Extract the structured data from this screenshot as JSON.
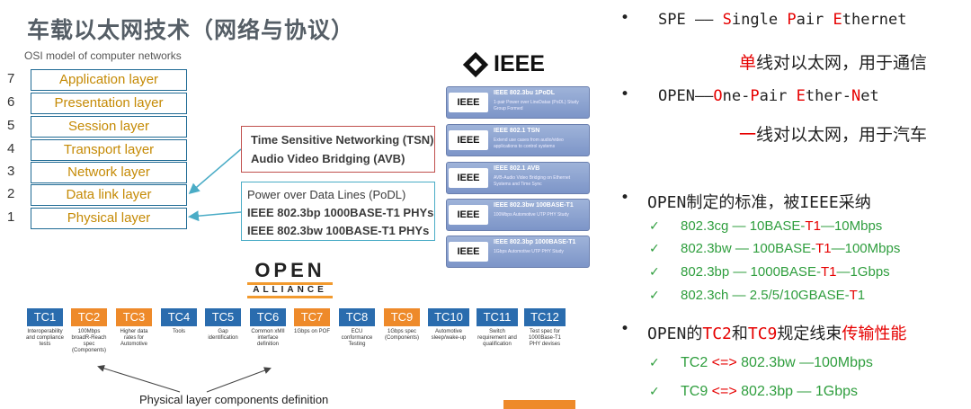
{
  "slide": {
    "title": "车载以太网技术（网络与协议）",
    "osi_title": "OSI model of computer networks",
    "osi_layers": [
      {
        "num": "7",
        "label": "Application layer"
      },
      {
        "num": "6",
        "label": "Presentation layer"
      },
      {
        "num": "5",
        "label": "Session layer"
      },
      {
        "num": "4",
        "label": "Transport layer"
      },
      {
        "num": "3",
        "label": "Network layer"
      },
      {
        "num": "2",
        "label": "Data link layer"
      },
      {
        "num": "1",
        "label": "Physical layer"
      }
    ],
    "tsn_box": [
      "Time Sensitive Networking (TSN)",
      "Audio Video Bridging (AVB)"
    ],
    "podl_box": [
      "Power over Data Lines (PoDL)",
      "IEEE 802.3bp 1000BASE-T1 PHYs",
      "IEEE 802.3bw 100BASE-T1 PHYs"
    ],
    "ieee_logo": "IEEE",
    "ieee_cards": [
      {
        "logo": "IEEE",
        "title": "IEEE 802.3bu 1PoDL",
        "desc": "1-pair Power over LineDatas (PoDL) Study Group Formed"
      },
      {
        "logo": "IEEE",
        "title": "IEEE 802.1 TSN",
        "desc": "Extend use cases from audio/video applications to control systems"
      },
      {
        "logo": "IEEE",
        "title": "IEEE 802.1 AVB",
        "desc": "AVB-Audio Video Bridging on Ethernet Systems and Time Sync"
      },
      {
        "logo": "IEEE",
        "title": "IEEE 802.3bw 100BASE-T1",
        "desc": "100Mbps Automotive UTP PHY Study"
      },
      {
        "logo": "IEEE",
        "title": "IEEE 802.3bp 1000BASE-T1",
        "desc": "1Gbps Automotive UTP PHY Study"
      }
    ],
    "open_logo": {
      "top": "OPEN",
      "bottom": "ALLIANCE"
    },
    "tc_list": [
      {
        "label": "TC1",
        "color": "blue",
        "desc": "Interoperability and compliance tests"
      },
      {
        "label": "TC2",
        "color": "orange",
        "desc": "100Mbps broadR-Reach spec (Components)"
      },
      {
        "label": "TC3",
        "color": "orange",
        "desc": "Higher data rates for Automotive"
      },
      {
        "label": "TC4",
        "color": "blue",
        "desc": "Tools"
      },
      {
        "label": "TC5",
        "color": "blue",
        "desc": "Gap identification"
      },
      {
        "label": "TC6",
        "color": "blue",
        "desc": "Common xMII interface definition"
      },
      {
        "label": "TC7",
        "color": "orange",
        "desc": "1Gbps on POF"
      },
      {
        "label": "TC8",
        "color": "blue",
        "desc": "ECU conformance Testing"
      },
      {
        "label": "TC9",
        "color": "orange",
        "desc": "1Gbps spec (Components)"
      },
      {
        "label": "TC10",
        "color": "blue",
        "desc": "Automotive sleep/wake-up"
      },
      {
        "label": "TC11",
        "color": "blue",
        "desc": "Switch requirement and qualification"
      },
      {
        "label": "TC12",
        "color": "blue",
        "desc": "Test spec for 1000Base-T1 PHY devises"
      }
    ],
    "phys_label": "Physical layer components definition"
  },
  "notes": {
    "spe": {
      "bullet": "•",
      "prefix": "SPE —— ",
      "parts": [
        "S",
        "ingle ",
        "P",
        "air ",
        "E",
        "thernet"
      ]
    },
    "spe_cn": {
      "first": "单",
      "rest": "线对以太网，用于通信"
    },
    "open": {
      "bullet": "•",
      "prefix": "OPEN——",
      "parts": [
        "O",
        "ne-",
        "P",
        "air ",
        "E",
        "ther-",
        "N",
        "et"
      ]
    },
    "open_cn": {
      "first": "一",
      "rest": "线对以太网，用于汽车"
    },
    "standards_heading": {
      "bullet": "•",
      "text": "OPEN制定的标准，被IEEE采纳"
    },
    "standards": [
      {
        "check": "✓",
        "pre": "802.3cg — 10BASE-",
        "hl": "T1",
        "post": "—10Mbps"
      },
      {
        "check": "✓",
        "pre": "802.3bw — 100BASE-",
        "hl": "T1",
        "post": "—100Mbps"
      },
      {
        "check": "✓",
        "pre": "802.3bp — 1000BASE-",
        "hl": "T1",
        "post": "—1Gbps"
      },
      {
        "check": "✓",
        "pre": "802.3ch — 2.5/5/10GBASE-",
        "hl": "T",
        "post": "1"
      }
    ],
    "tc_heading": {
      "bullet": "•",
      "p1": "OPEN的",
      "tc2": "TC2",
      "p2": "和",
      "tc9": "TC9",
      "p3": "规定线束",
      "hl": "传输性能"
    },
    "tc_items": [
      {
        "check": "✓",
        "pre": "TC2 ",
        "arrow": "<=>",
        "post": " 802.3bw —100Mbps"
      },
      {
        "check": "✓",
        "pre": "TC9 ",
        "arrow": "<=>",
        "post": " 802.3bp — 1Gbps"
      }
    ]
  }
}
